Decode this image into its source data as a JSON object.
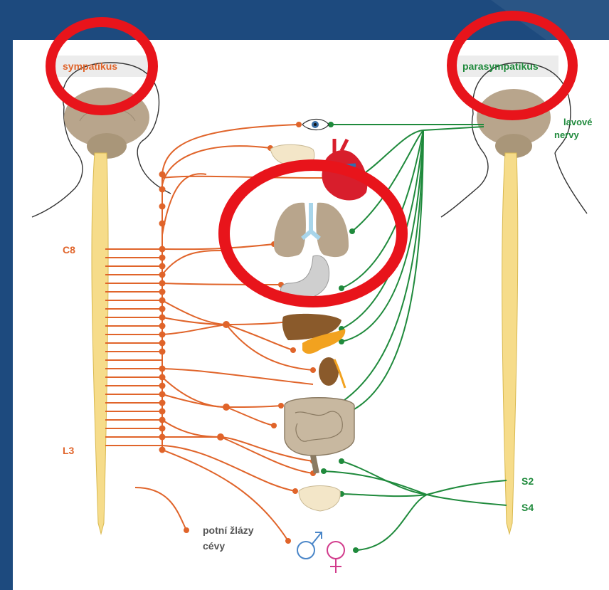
{
  "labels": {
    "sympathetic": "sympatikus",
    "parasympathetic": "parasympatikus",
    "cranial_nerves_line1": "lavové",
    "cranial_nerves_line2": "nervy",
    "c8": "C8",
    "l3": "L3",
    "s2": "S2",
    "s4": "S4",
    "sweat_glands": "potní žlázy",
    "vessels": "cévy"
  },
  "colors": {
    "sympathetic": "#e0642a",
    "parasympathetic": "#1f8a3c",
    "spinal_cord": "#f6dc8a",
    "brain": "#b8a58c",
    "slide_background": "#1d4a7e",
    "highlight_circle": "#e8141b"
  },
  "highlights": [
    "sympatikus-label",
    "parasympatikus-label",
    "lungs"
  ]
}
